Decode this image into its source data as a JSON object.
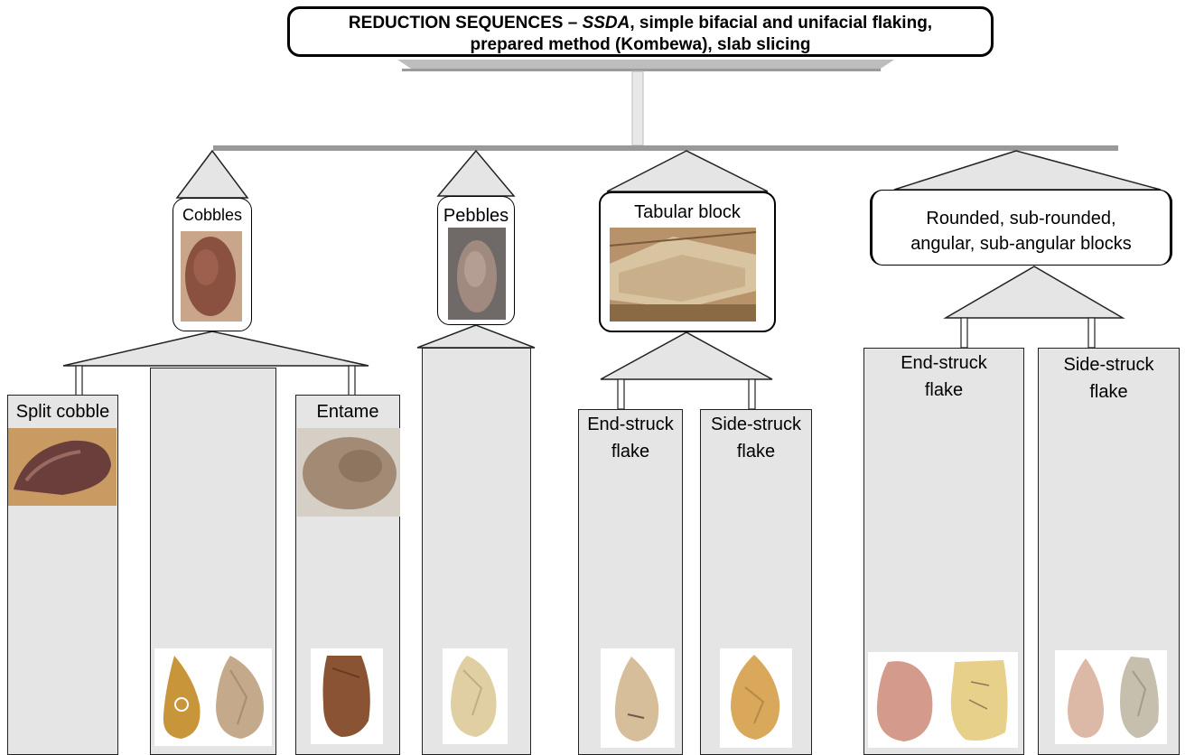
{
  "title": {
    "line1_pre": "REDUCTION SEQUENCES – ",
    "line1_em": "SSDA",
    "line1_post": ", simple bifacial and unifacial flaking,",
    "line2": "prepared method (Kombewa), slab slicing"
  },
  "sources": {
    "cobbles": "Cobbles",
    "pebbles": "Pebbles",
    "tabular": "Tabular block",
    "blocks_line1": "Rounded, sub-rounded,",
    "blocks_line2": "angular, sub-angular blocks"
  },
  "columns": {
    "split_cobble": "Split cobble",
    "entame": "Entame",
    "tabular_end_1": "End-struck",
    "tabular_end_2": "flake",
    "tabular_side_1": "Side-struck",
    "tabular_side_2": "flake",
    "block_end_1": "End-struck",
    "block_end_2": "flake",
    "block_side_1": "Side-struck",
    "block_side_2": "flake"
  },
  "colors": {
    "column_fill": "#e6e5e6",
    "connector": "#999999",
    "triangle_fill": "#e6e5e6"
  }
}
